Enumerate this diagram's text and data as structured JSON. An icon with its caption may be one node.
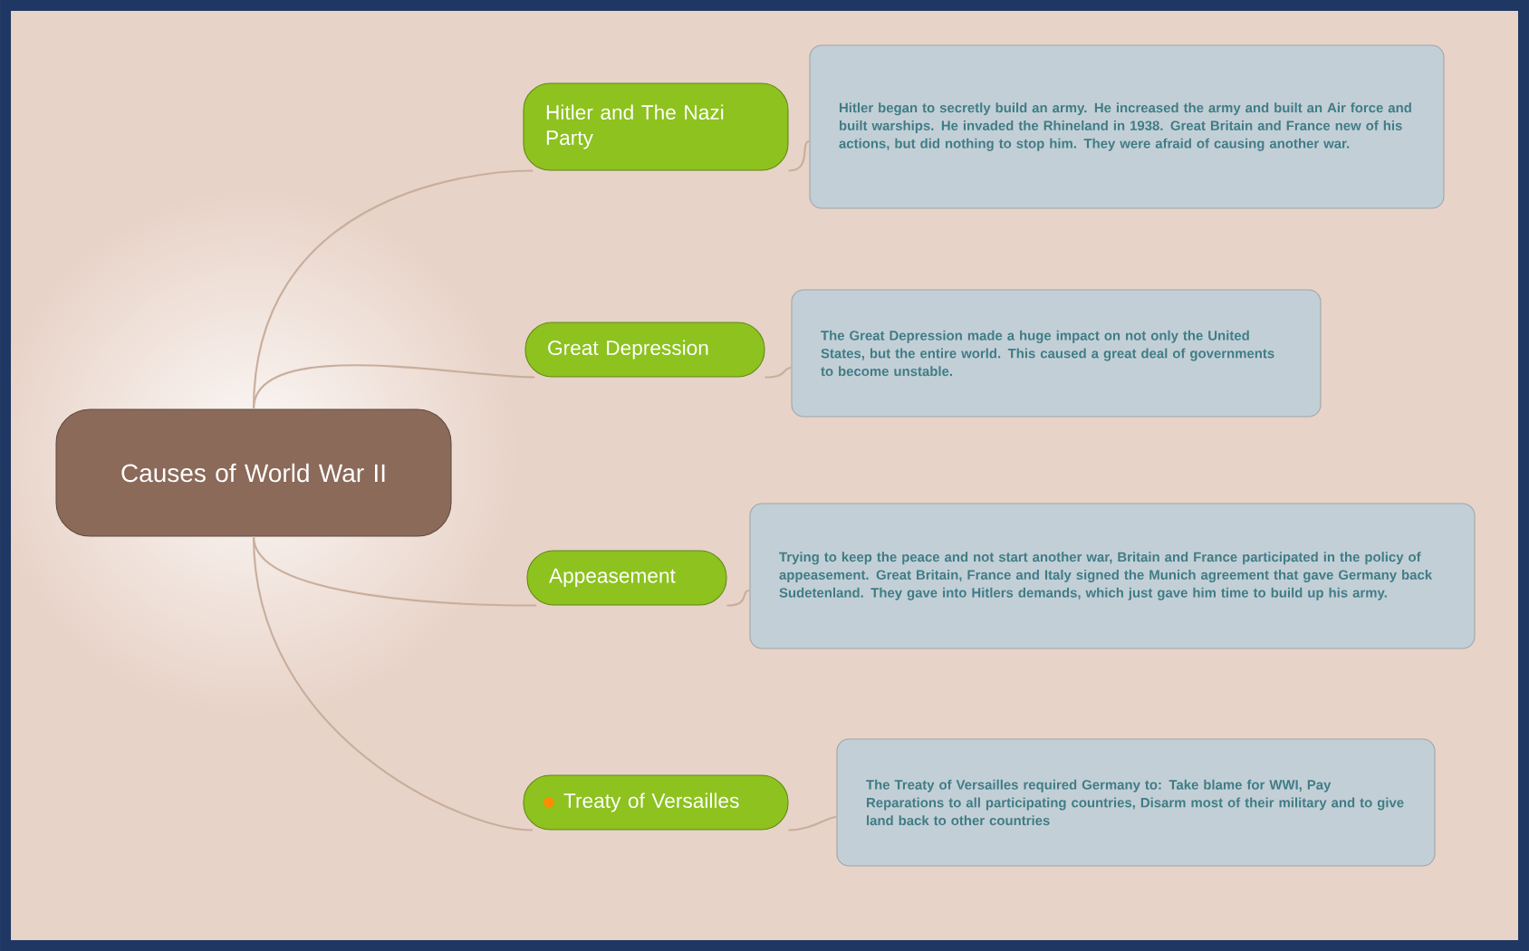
{
  "diagram": {
    "nodes": [
      {
        "text": [
          "Causes of World War II"
        ]
      },
      {
        "text": [
          "Hitler and The Nazi Party"
        ]
      },
      {
        "text": [
          "Great Depression"
        ]
      },
      {
        "text": [
          "Appeasement"
        ]
      },
      {
        "text": [
          "Treaty of Versailles"
        ]
      },
      {
        "text": [
          "Hitler began to secretly build an army. He increased the army and built an Air force and built warships. He invaded the Rhineland in 1938. Great Britain and France new of his actions, but did nothing to stop him. They were afraid of causing another war."
        ]
      },
      {
        "text": [
          "The Great Depression made a huge impact on not only the United States, but the entire world.  This caused a great deal of governments to become unstable."
        ]
      },
      {
        "text": [
          "Trying to keep the peace and not start another war, Britain and France participated in the policy of appeasement. Great Britain, France and Italy signed the Munich agreement that gave Germany back Sudetenland. They gave into Hitlers demands, which just gave him time to build up his army."
        ]
      },
      {
        "text": [
          "The Treaty of Versailles required Germany to: Take blame for WWI, Pay Reparations to all participating countries, Disarm most of their military and to give land back to other countries"
        ]
      }
    ],
    "edges": [
      {
        "from": 0,
        "to": 1,
        "arrow": "none"
      },
      {
        "from": 0,
        "to": 2,
        "arrow": "none"
      },
      {
        "from": 0,
        "to": 3,
        "arrow": "none"
      },
      {
        "from": 0,
        "to": 4,
        "arrow": "none"
      },
      {
        "from": 1,
        "to": 5,
        "arrow": "none"
      },
      {
        "from": 2,
        "to": 6,
        "arrow": "none"
      },
      {
        "from": 3,
        "to": 7,
        "arrow": "none"
      },
      {
        "from": 4,
        "to": 8,
        "arrow": "none"
      }
    ]
  }
}
